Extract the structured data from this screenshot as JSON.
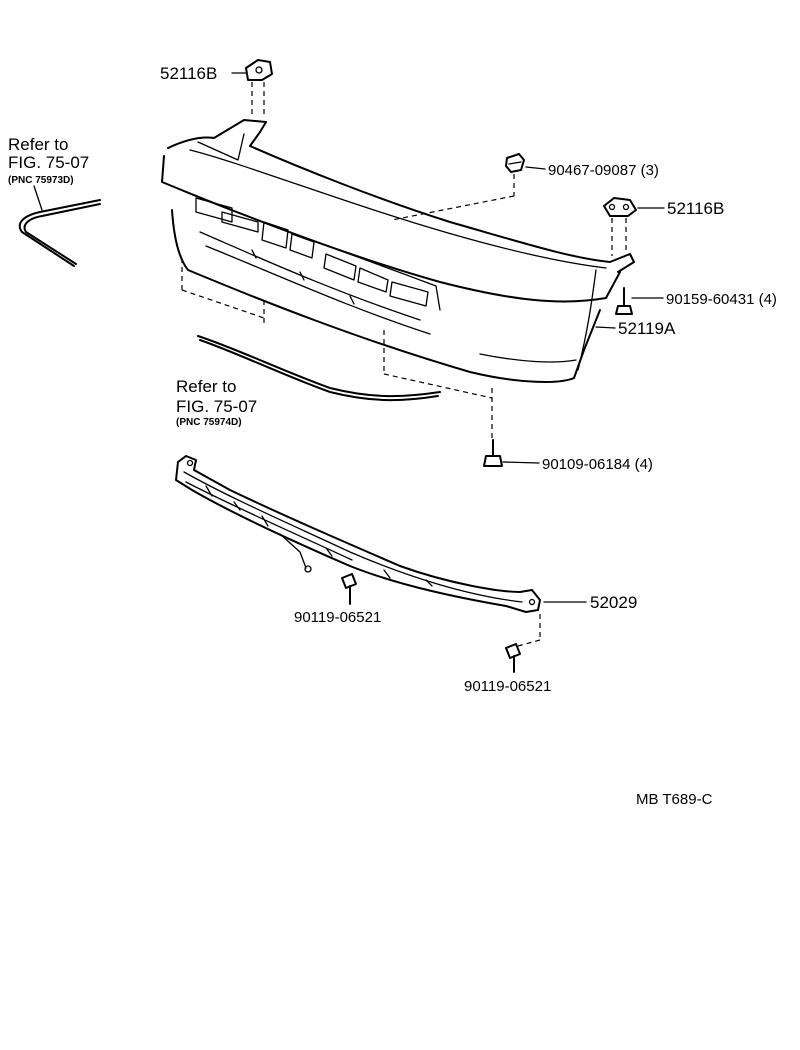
{
  "labels": {
    "bracket_left": "52116B",
    "bracket_right": "52116B",
    "clip": "90467-09087 (3)",
    "screw": "90159-60431 (4)",
    "cover": "52119A",
    "bolt_cover": "90109-06184 (4)",
    "reinforcement": "52029",
    "bolt_left": "90119-06521",
    "bolt_right": "90119-06521",
    "ref1_line1": "Refer to",
    "ref1_line2": "FIG. 75-07",
    "ref1_line3": "(PNC 75973D)",
    "ref2_line1": "Refer to",
    "ref2_line2": "FIG. 75-07",
    "ref2_line3": "(PNC 75974D)",
    "footer_code": "MB  T689-C"
  }
}
